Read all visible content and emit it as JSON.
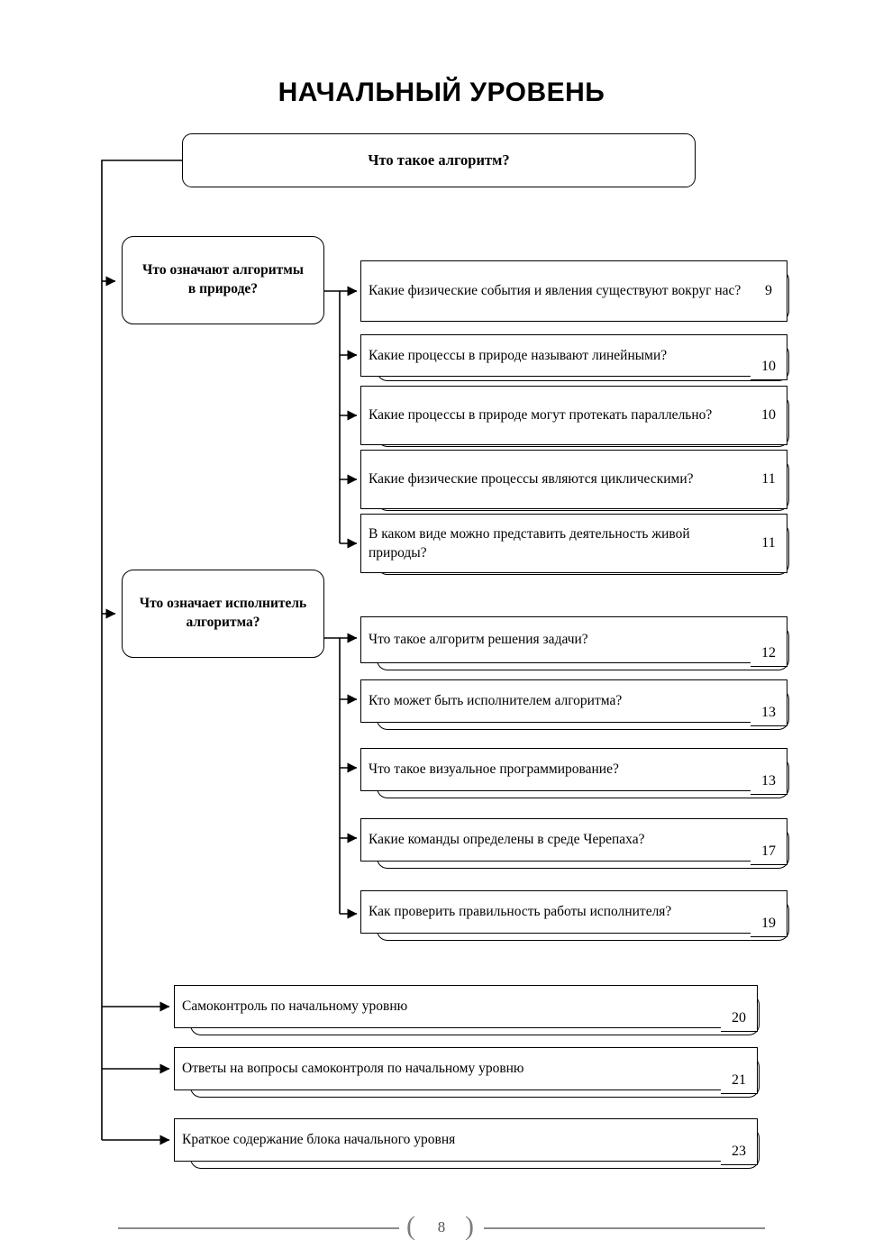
{
  "page": {
    "title": "НАЧАЛЬНЫЙ УРОВЕНЬ",
    "footer_page_number": "8",
    "footer_brace_left": "(",
    "footer_brace_right": ")"
  },
  "header_box": {
    "label": "Что такое алгоритм?"
  },
  "groups": [
    {
      "id": "group-nature",
      "label_line1": "Что означают алгоритмы",
      "label_line2": "в природе?",
      "entries": [
        {
          "text": "Какие физические события и явления существуют вокруг нас?",
          "page": "9",
          "lines": 2
        },
        {
          "text": "Какие процессы в природе называют линейными?",
          "page": "10",
          "lines": 1
        },
        {
          "text": "Какие процессы в природе могут протекать параллельно?",
          "page": "10",
          "lines": 2
        },
        {
          "text": "Какие физические процессы являются циклическими?",
          "page": "11",
          "lines": 2
        },
        {
          "text": "В каком виде можно представить деятельность живой природы?",
          "page": "11",
          "lines": 2
        }
      ]
    },
    {
      "id": "group-executor",
      "label_line1": "Что означает исполнитель",
      "label_line2": "алгоритма?",
      "entries": [
        {
          "text": "Что такое алгоритм решения задачи?",
          "page": "12",
          "lines": 1
        },
        {
          "text": "Кто может быть исполнителем алгоритма?",
          "page": "13",
          "lines": 1
        },
        {
          "text": "Что такое визуальное программирование?",
          "page": "13",
          "lines": 1
        },
        {
          "text": "Какие команды определены в среде Черепаха?",
          "page": "17",
          "lines": 1
        },
        {
          "text": "Как проверить правильность работы исполнителя?",
          "page": "19",
          "lines": 1
        }
      ]
    }
  ],
  "bottom_entries": [
    {
      "text": "Самоконтроль по начальному уровню",
      "page": "20"
    },
    {
      "text": "Ответы на вопросы самоконтроля по начальному уровню",
      "page": "21"
    },
    {
      "text": "Краткое содержание блока начального уровня",
      "page": "23"
    }
  ],
  "colors": {
    "line": "#000000",
    "footer_rule": "#8a8a8a",
    "background": "#ffffff"
  }
}
